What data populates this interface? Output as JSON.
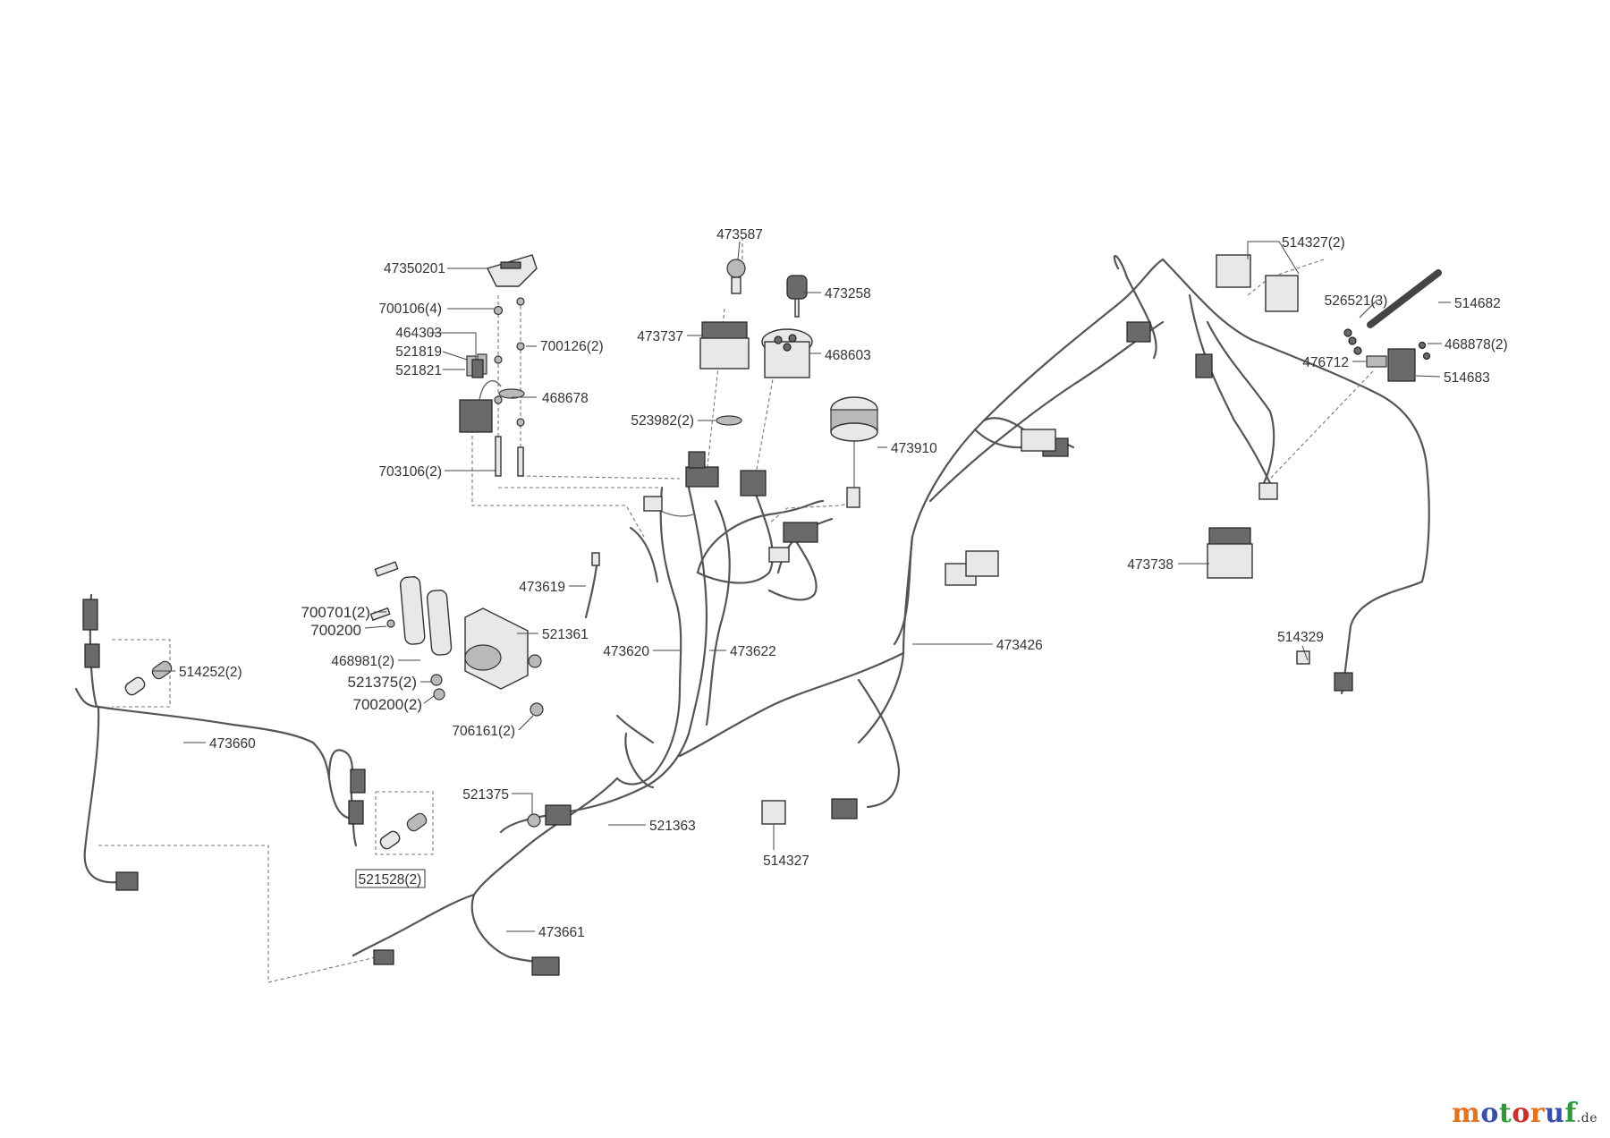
{
  "labels": {
    "l_47350201": "47350201",
    "l_700106": "700106(4)",
    "l_464303": "464303",
    "l_521819": "521819",
    "l_521821": "521821",
    "l_700126": "700126(2)",
    "l_468678": "468678",
    "l_703106": "703106(2)",
    "l_473587": "473587",
    "l_473258": "473258",
    "l_473737": "473737",
    "l_468603": "468603",
    "l_523982": "523982(2)",
    "l_473910": "473910",
    "l_473619": "473619",
    "l_700701": "700701(2)",
    "l_700200a": "700200",
    "l_521361": "521361",
    "l_468981": "468981(2)",
    "l_521375a": "521375(2)",
    "l_700200b": "700200(2)",
    "l_706161": "706161(2)",
    "l_473620": "473620",
    "l_473622": "473622",
    "l_473426": "473426",
    "l_514252": "514252(2)",
    "l_473660": "473660",
    "l_521375b": "521375",
    "l_521363": "521363",
    "l_521528": "521528(2)",
    "l_473661": "473661",
    "l_514327b": "514327",
    "l_514327a": "514327(2)",
    "l_526521": "526521(3)",
    "l_514682": "514682",
    "l_468878": "468878(2)",
    "l_476712": "476712",
    "l_514683": "514683",
    "l_473738": "473738",
    "l_514329": "514329"
  },
  "watermark": {
    "main": "motoruf",
    "tld": ".de"
  },
  "colors": {
    "wm_1": "#e2731f",
    "wm_2": "#3a4fa8",
    "wm_3": "#2f9a3a",
    "wm_4": "#c9302c"
  }
}
